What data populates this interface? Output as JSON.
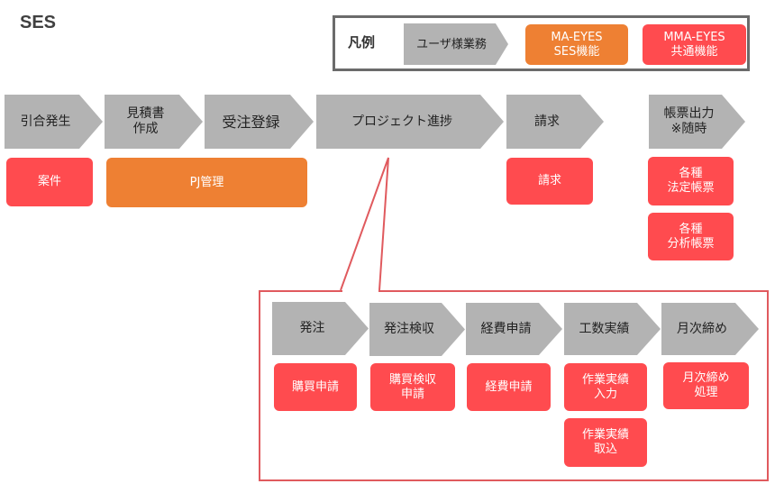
{
  "title": "SES",
  "legend": {
    "label": "凡例",
    "process": "ユーザ様業務",
    "ma_eyes": "MA-EYES\nSES機能",
    "mma_eyes": "MMA-EYES\n共通機能"
  },
  "colors": {
    "process_grey": "#b3b3b3",
    "common_red": "#ff4b4f",
    "ses_orange": "#ee8033",
    "frame_red": "#e05a5e"
  },
  "flow": {
    "steps": [
      "引合発生",
      "見積書\n作成",
      "受注登録",
      "プロジェクト進捗",
      "請求",
      "帳票出力\n※随時"
    ],
    "boxes": {
      "anken": "案件",
      "pj": "PJ管理",
      "seikyu": "請求",
      "report1": "各種\n法定帳票",
      "report2": "各種\n分析帳票"
    }
  },
  "detail": {
    "steps": [
      "発注",
      "発注検収",
      "経費申請",
      "工数実績",
      "月次締め"
    ],
    "boxes": {
      "purchase": "購買申請",
      "inspection": "購買検収\n申請",
      "expense": "経費申請",
      "work_input": "作業実績\n入力",
      "work_import": "作業実績\n取込",
      "closing": "月次締め\n処理"
    }
  }
}
